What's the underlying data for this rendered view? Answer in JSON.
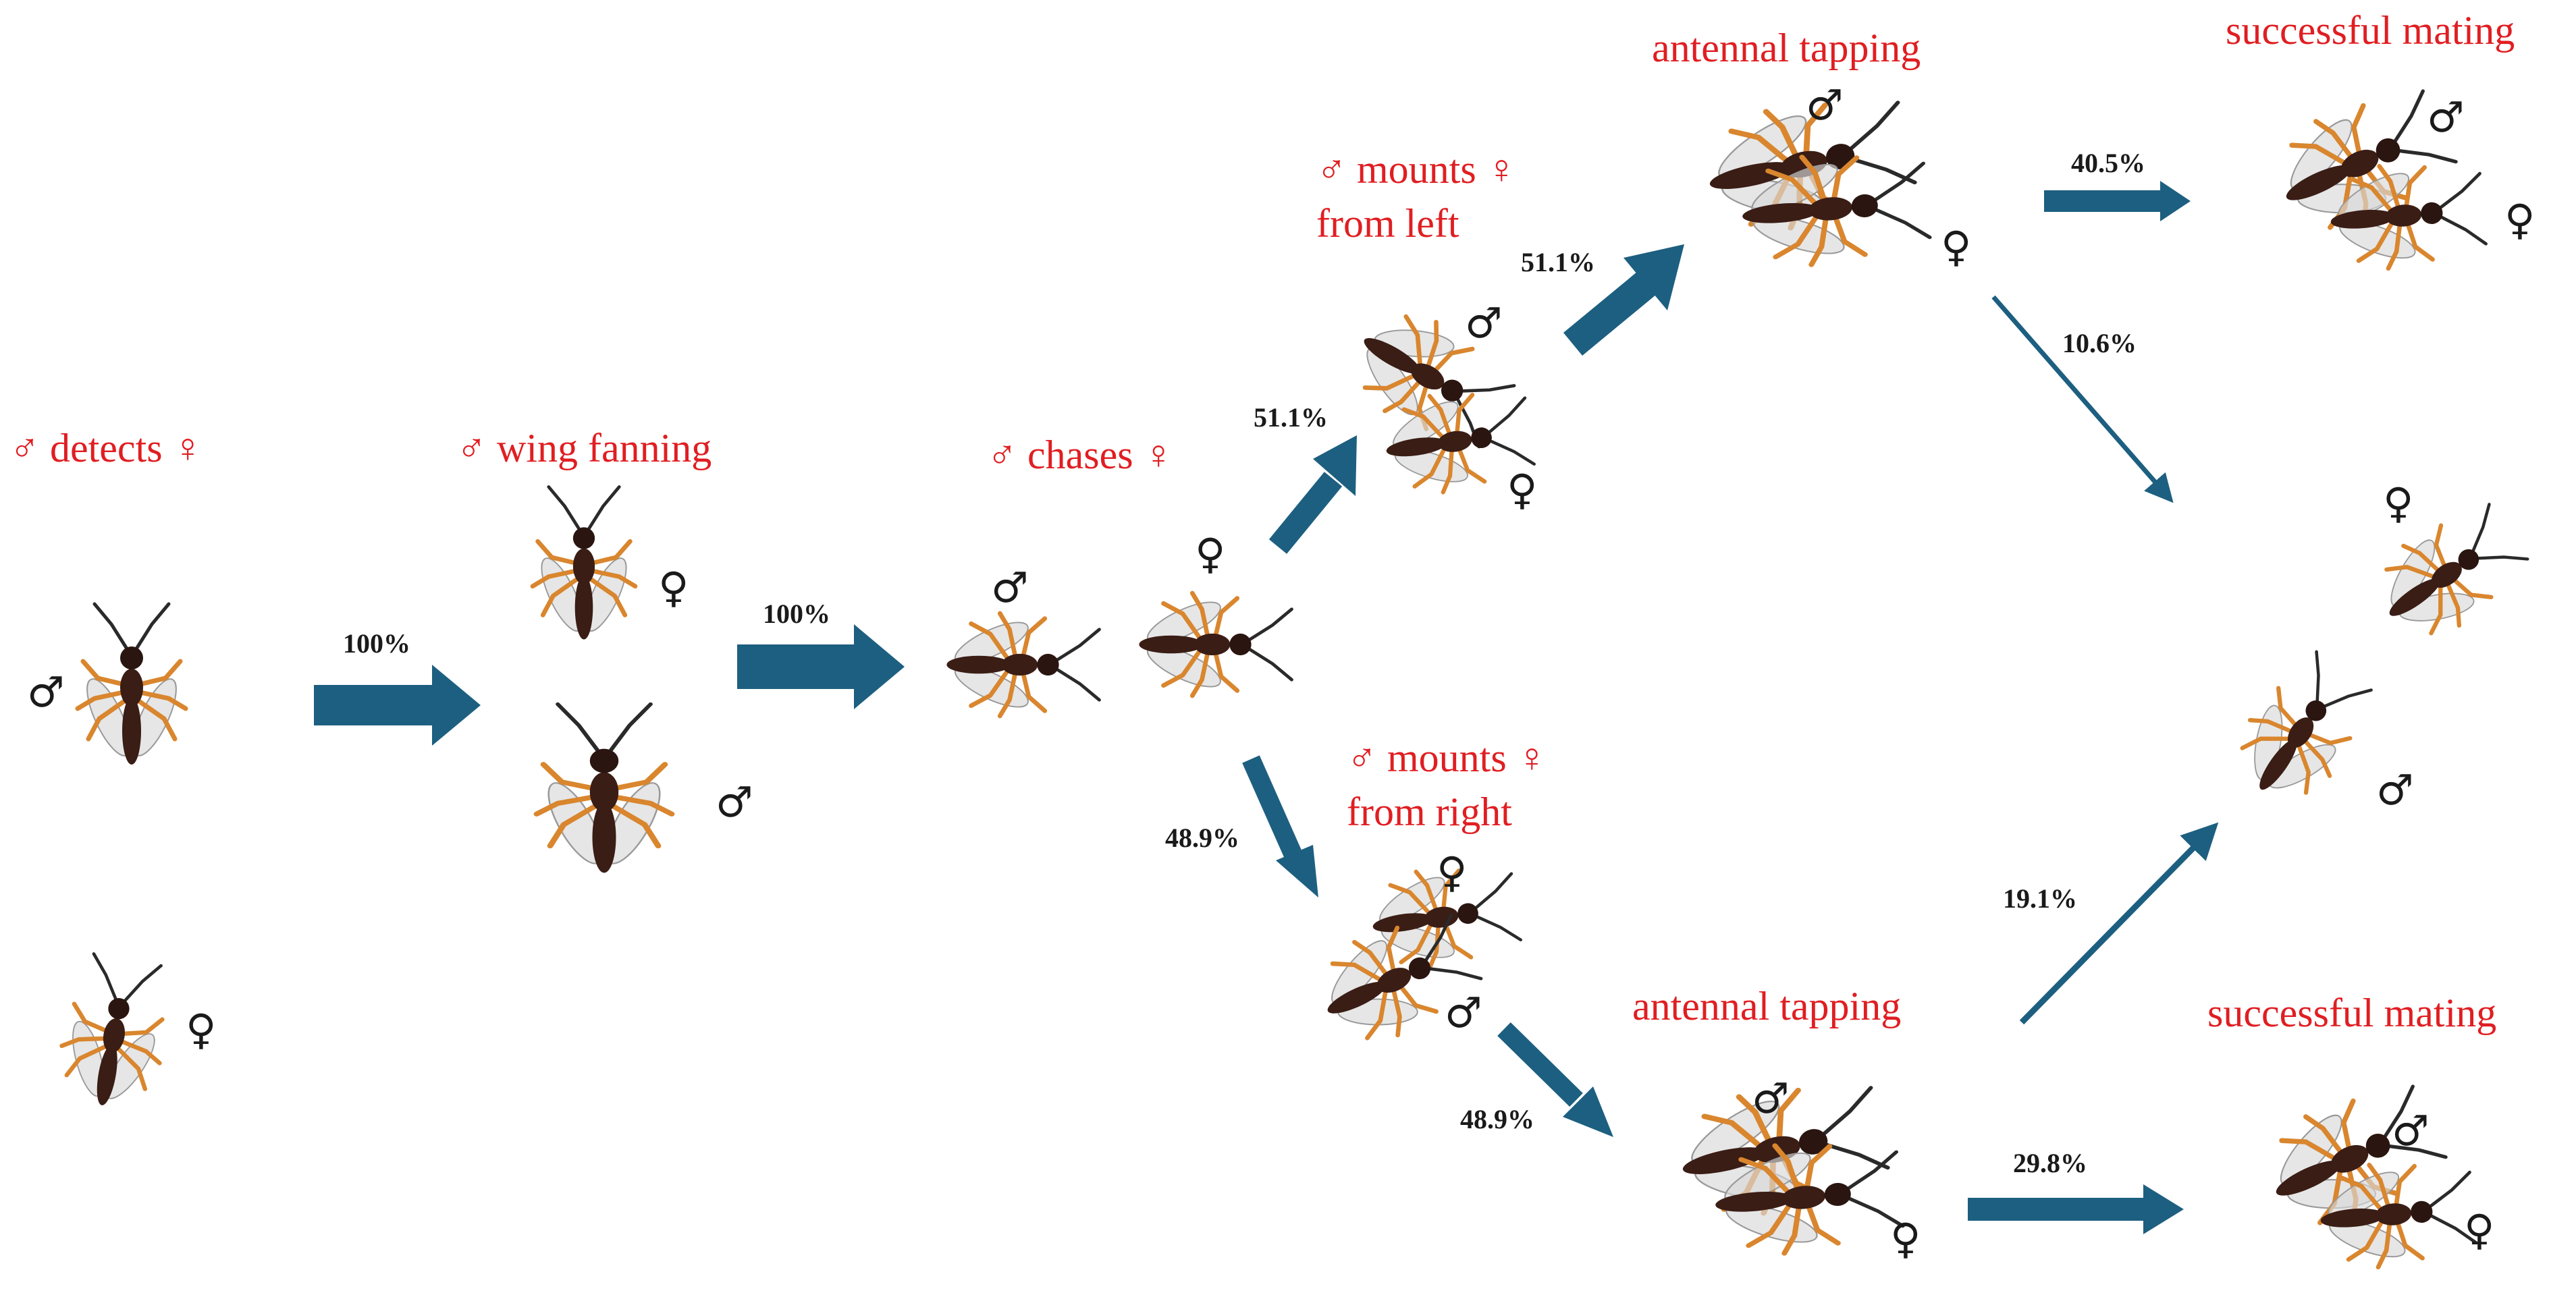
{
  "labels": {
    "detects": "♂ detects ♀",
    "wing_fanning": "♂ wing fanning",
    "chases": "♂ chases ♀",
    "mounts_left_1": "♂ mounts ♀",
    "mounts_left_2": "from left",
    "mounts_right_1": "♂ mounts ♀",
    "mounts_right_2": "from right",
    "tapping_top": "antennal tapping",
    "tapping_bottom": "antennal tapping",
    "mating_top": "successful mating",
    "mating_bottom": "successful mating"
  },
  "percentages": {
    "detect_to_fan": "100%",
    "fan_to_chase": "100%",
    "chase_to_left": "51.1%",
    "left_to_tapping": "51.1%",
    "chase_to_right": "48.9%",
    "right_to_tapping": "48.9%",
    "tapping_top_to_mating": "40.5%",
    "tapping_top_to_separate": "10.6%",
    "tapping_bottom_to_separate": "19.1%",
    "tapping_bottom_to_mating": "29.8%"
  },
  "symbols": {
    "male": "♂",
    "female": "♀"
  },
  "colors": {
    "label": "#e01e22",
    "arrow": "#1d5f80",
    "wasp_body": "#3a1d15",
    "wasp_legs": "#d9862e"
  }
}
